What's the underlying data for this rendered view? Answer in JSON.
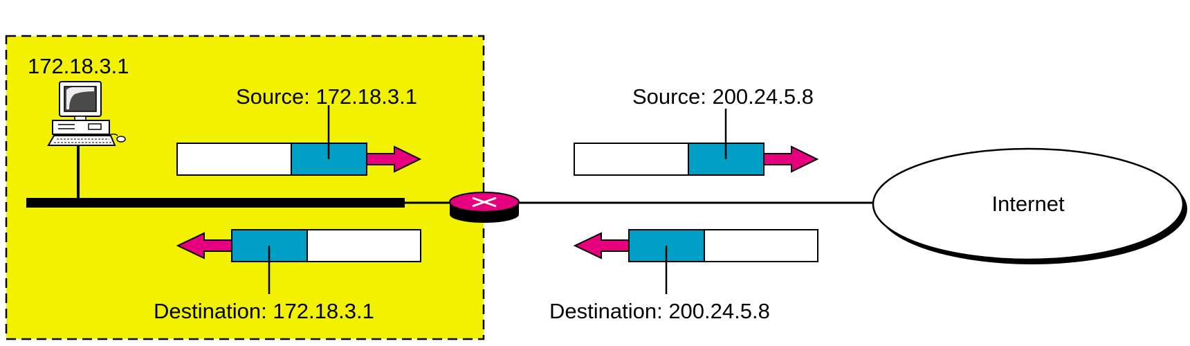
{
  "host": {
    "address": "172.18.3.1"
  },
  "private_side": {
    "outgoing_label": "Source: 172.18.3.1",
    "incoming_label": "Destination: 172.18.3.1"
  },
  "public_side": {
    "outgoing_label": "Source: 200.24.5.8",
    "incoming_label": "Destination: 200.24.5.8"
  },
  "cloud": {
    "label": "Internet"
  },
  "colors": {
    "site_background": "#f2f200",
    "packet_header": "#00a0c6",
    "arrow": "#e6007e",
    "router": "#e6007e"
  }
}
